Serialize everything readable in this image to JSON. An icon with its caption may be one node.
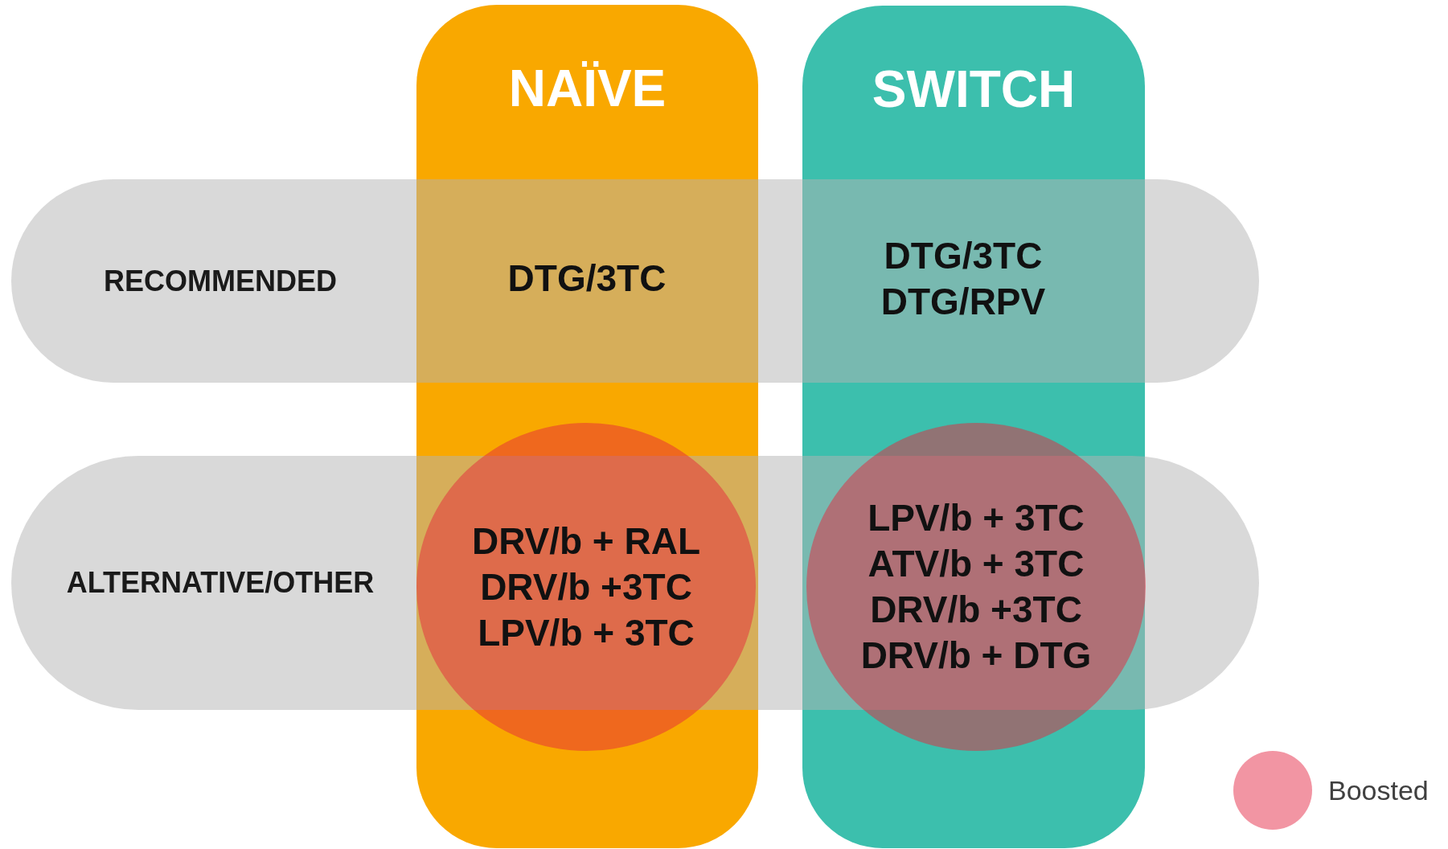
{
  "diagram": {
    "nodes": [
      {
        "text": [
          "NAÏVE"
        ]
      },
      {
        "text": [
          "SWITCH"
        ]
      },
      {
        "text": [
          "RECOMMENDED"
        ]
      },
      {
        "text": [
          "ALTERNATIVE/OTHER"
        ]
      },
      {
        "text": [
          "DRV/b + RAL",
          "DRV/b +3TC",
          "LPV/b + 3TC"
        ],
        "in": 0
      },
      {
        "text": [
          "LPV/b + 3TC",
          "ATV/b + 3TC",
          "DRV/b +3TC",
          "DRV/b + DTG"
        ],
        "in": 1
      }
    ],
    "labels": [
      "DTG/3TC",
      "DTG/3TC",
      "DTG/RPV"
    ],
    "legend": [
      {
        "text": "Boosted",
        "color": "#f295a3"
      }
    ]
  }
}
